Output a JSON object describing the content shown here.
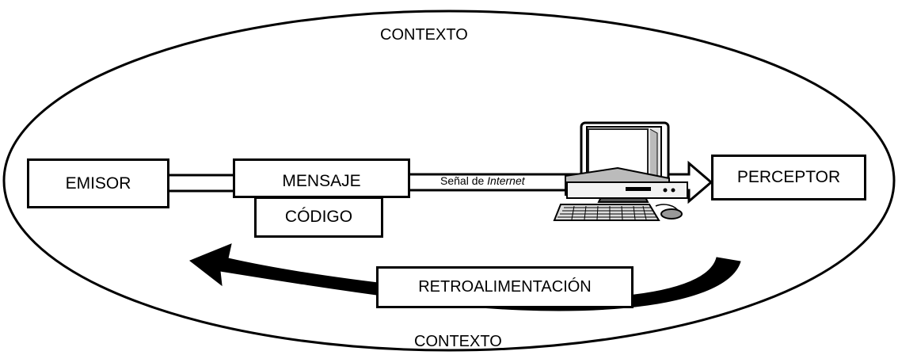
{
  "diagram": {
    "context_top": "CONTEXTO",
    "context_bottom": "CONTEXTO",
    "emisor": "EMISOR",
    "mensaje": "MENSAJE",
    "codigo": "CÓDIGO",
    "signal_prefix": "Señal de ",
    "signal_italic": "Internet",
    "perceptor": "PERCEPTOR",
    "retroalimentacion": "RETROALIMENTACIÓN",
    "computer_icon": "computer-icon",
    "stroke_color": "#000000",
    "background_color": "#ffffff"
  }
}
